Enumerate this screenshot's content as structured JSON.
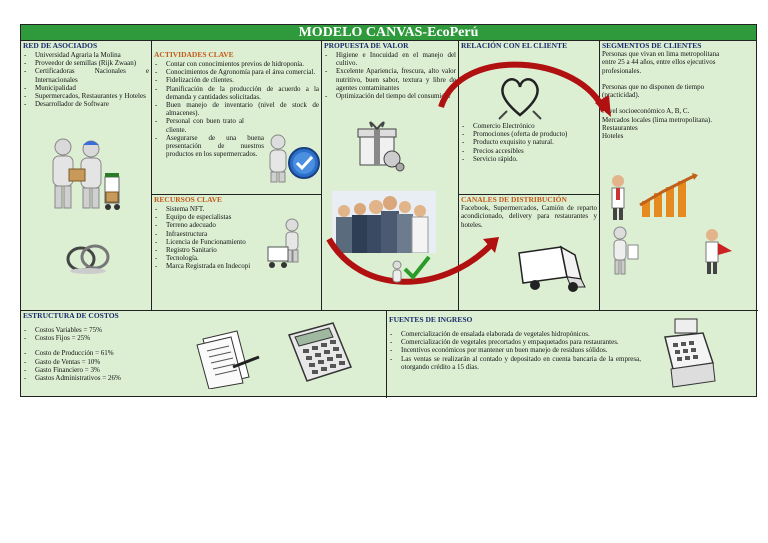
{
  "title": "MODELO CANVAS-EcoPerú",
  "asociados": {
    "heading": "RED DE ASOCIADOS",
    "items": [
      "Universidad Agraria la Molina",
      "Proveedor de semillas (Rijk Zwaan)",
      "Certificadoras Nacionales e Internacionales",
      "Municipalidad",
      "Supermercados, Restaurantes y Hoteles",
      "Desarrollador de Software"
    ]
  },
  "actividades": {
    "heading": "ACTIVIDADES CLAVE",
    "items": [
      "Contar con conocimientos previos de hidroponía.",
      "Conocimientos de Agronomía para el área comercial.",
      "Fidelización de clientes.",
      "Planificación de la producción de acuerdo a la demanda y cantidades solicitadas.",
      "Buen manejo de inventario (nivel de stock de almacenes).",
      "Personal con buen trato al cliente.",
      "Asegurarse de una buena presentación de nuestros productos en los supermercados."
    ]
  },
  "recursos": {
    "heading": "RECURSOS CLAVE",
    "items": [
      "Sistema NFT.",
      "Equipo de especialistas",
      "Terreno adecuado",
      "Infraestructura",
      "Licencia de Funcionamiento",
      "Registro Sanitario",
      "Tecnología.",
      "Marca Registrada en Indecopi"
    ]
  },
  "propuesta": {
    "heading": "PROPUESTA DE VALOR",
    "items": [
      "Higiene e Inocuidad en el manejo del cultivo.",
      "Excelente Apariencia, frescura, alto valor nutritivo, buen sabor, textura y libre de agentes contaminantes",
      "Optimización del tiempo del consumidor"
    ]
  },
  "relacion": {
    "heading": "RELACIÓN CON EL CLIENTE",
    "items": [
      "Comercio Electrónico",
      "Promociones (oferta de producto)",
      "Producto exquisito y natural.",
      "Precios accesibles",
      "Servicio rápido."
    ]
  },
  "canales": {
    "heading": "CANALES DE DISTRIBUCIÓN",
    "text": "Facebook, Supermercados, Camión de reparto acondicionado, delivery para restaurantes y hoteles."
  },
  "segmentos": {
    "heading": "SEGMENTOS DE CLIENTES",
    "paragraphs": [
      "Personas que vivan en lima metropolitana entre 25 a 44 años, entre ellos ejecutivos profesionales.",
      "Personas que no disponen de tiempo (practicidad).",
      "Nivel socioeconómico A, B, C.",
      "Mercados locales (lima metropolitana).",
      "Restaurantes",
      "Hoteles"
    ]
  },
  "costos": {
    "heading": "ESTRUCTURA DE COSTOS",
    "group1": [
      "Costos Variables = 75%",
      "Costos Fijos = 25%"
    ],
    "group2": [
      "Costo de Producción = 61%",
      "Gasto de Ventas = 10%",
      "Gasto Financiero = 3%",
      "Gastos Administrativos = 26%"
    ]
  },
  "ingresos": {
    "heading": "FUENTES DE INGRESO",
    "items": [
      "Comercialización de ensalada elaborada de vegetales hidropónicos.",
      "Comercialización de vegetales precortados y empaquetados para restaurantes.",
      "Incentivos económicos por mantener un buen manejo de residuos sólidos.",
      "Las ventas se realizarán al contado y depositado en cuenta bancaria de la empresa, otorgando crédito a 15 días."
    ]
  },
  "colors": {
    "title_bg": "#2e9a3b",
    "cell_bg": "#dcefd3",
    "heading_blue": "#1a2b6a",
    "heading_orange": "#c45a1a",
    "arrow_red": "#b01010"
  }
}
